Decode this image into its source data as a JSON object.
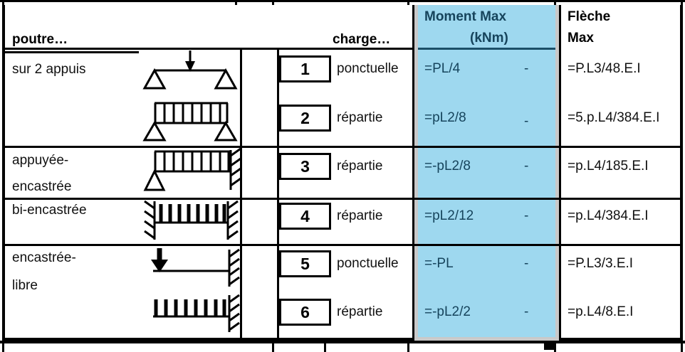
{
  "table": {
    "headers": {
      "beam": "poutre…",
      "load": "charge…",
      "moment_title": "Moment Max",
      "moment_unit": "(kNm)",
      "deflection_title": "Flèche",
      "deflection_title2": "Max"
    },
    "groups": [
      {
        "label": "sur 2 appuis",
        "label_lines": [
          "sur 2 appuis"
        ],
        "rows": [
          {
            "number": "1",
            "load": "ponctuelle",
            "moment": "=PL/4",
            "moment_dash": "-",
            "deflection": "=P.L3/48.E.I",
            "diagram": "simply-supported-point-load"
          },
          {
            "number": "2",
            "load": "répartie",
            "moment": "=pL2/8",
            "moment_dash": "-",
            "deflection": "=5.p.L4/384.E.I",
            "diagram": "simply-supported-distributed-load"
          }
        ]
      },
      {
        "label": "appuyée-encastrée",
        "label_lines": [
          "appuyée-",
          "encastrée"
        ],
        "rows": [
          {
            "number": "3",
            "load": "répartie",
            "moment": "=-pL2/8",
            "moment_dash": "-",
            "deflection": "=p.L4/185.E.I",
            "diagram": "propped-cantilever-distributed-load"
          }
        ]
      },
      {
        "label": "bi-encastrée",
        "label_lines": [
          "bi-encastrée"
        ],
        "rows": [
          {
            "number": "4",
            "load": "répartie",
            "moment": "=pL2/12",
            "moment_dash": "-",
            "deflection": "=p.L4/384.E.I",
            "diagram": "fixed-fixed-distributed-load"
          }
        ]
      },
      {
        "label": "encastrée-libre",
        "label_lines": [
          "encastrée-",
          "libre"
        ],
        "rows": [
          {
            "number": "5",
            "load": "ponctuelle",
            "moment": "=-PL",
            "moment_dash": "-",
            "deflection": "=P.L3/3.E.I",
            "diagram": "cantilever-point-load"
          },
          {
            "number": "6",
            "load": "répartie",
            "moment": "=-pL2/2",
            "moment_dash": "-",
            "deflection": "=p.L4/8.E.I",
            "diagram": "cantilever-distributed-load"
          }
        ]
      }
    ],
    "colors": {
      "moment_column_background": "#9ed8ef",
      "moment_column_text": "#16445c",
      "moment_column_frame": "#c9c9c9",
      "grid": "#000000",
      "page_background": "#ffffff"
    }
  }
}
